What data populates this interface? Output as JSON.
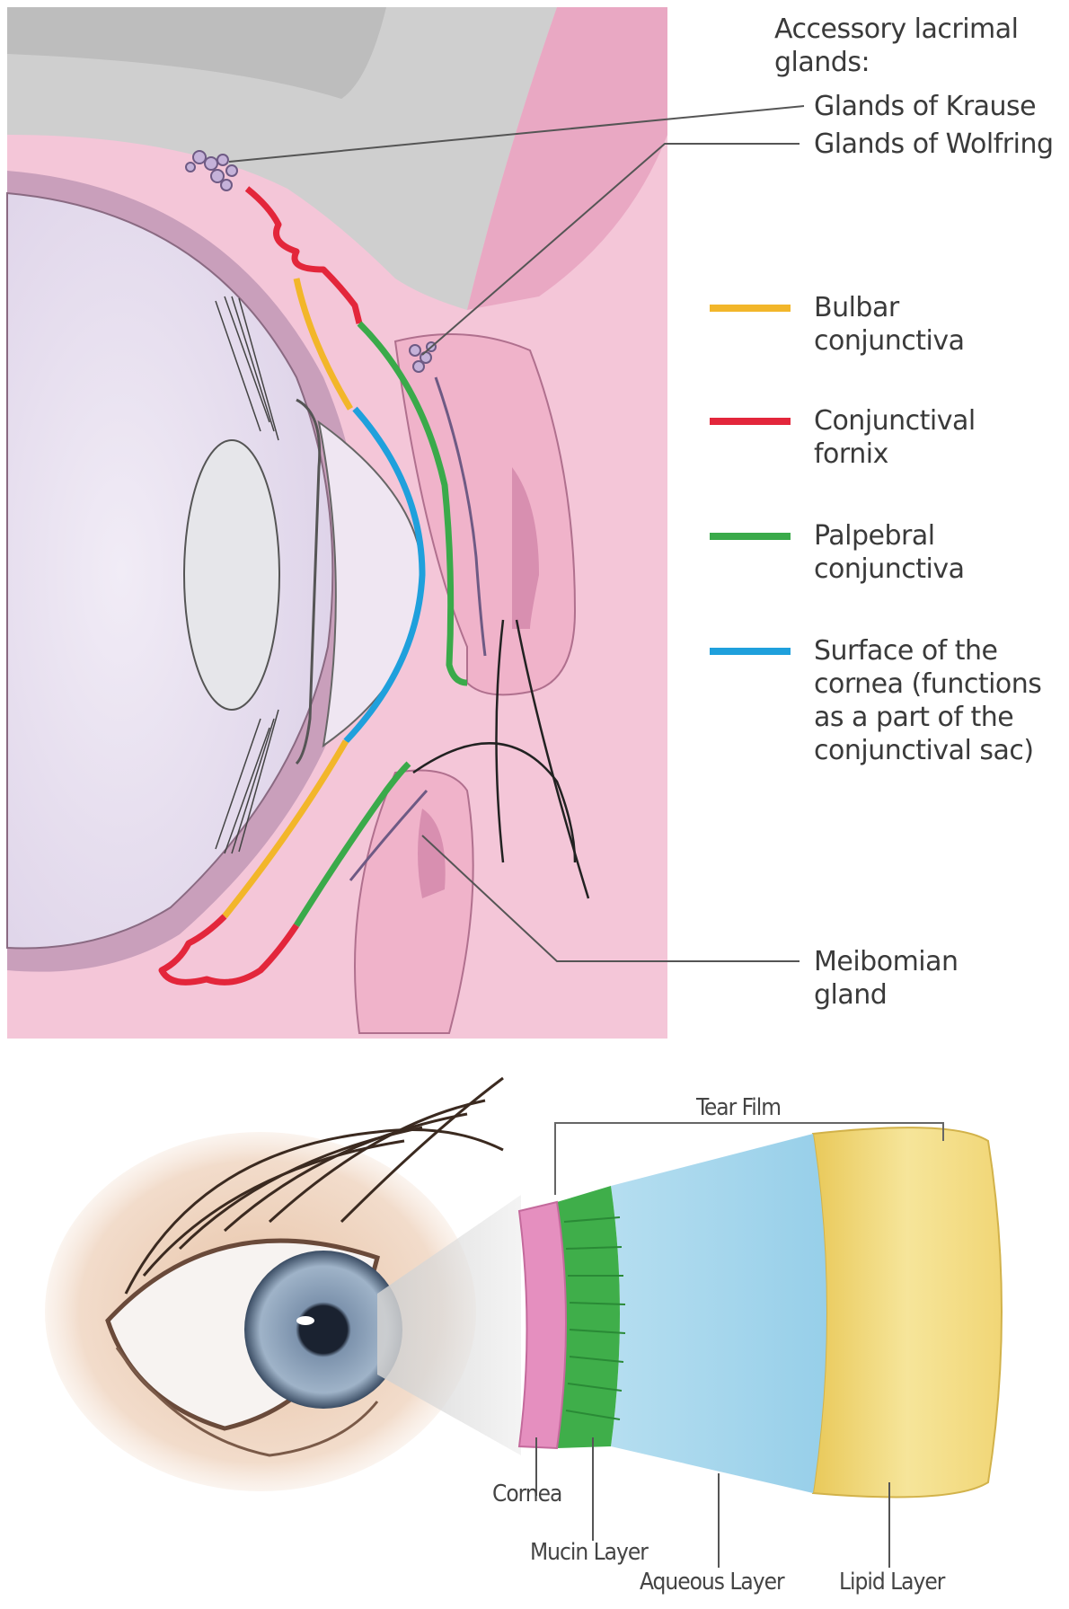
{
  "conjunctiva_diagram": {
    "heading": {
      "line1": "Accessory lacrimal",
      "line2": "glands:"
    },
    "glands_of_krause": "Glands of Krause",
    "glands_of_wolfring": "Glands of Wolfring",
    "legend": [
      {
        "line1": "Bulbar",
        "line2": "conjunctiva",
        "color": "#f2b62a"
      },
      {
        "line1": "Conjunctival",
        "line2": "fornix",
        "color": "#e3263b"
      },
      {
        "line1": "Palpebral",
        "line2": "conjunctiva",
        "color": "#3aaa4a"
      },
      {
        "line1": "Surface of the",
        "line2": "cornea (functions",
        "line3": "as a part of the",
        "line4": "conjunctival sac)",
        "color": "#1fa0dc"
      }
    ],
    "meibomian": {
      "line1": "Meibomian",
      "line2": "gland"
    }
  },
  "tear_film_diagram": {
    "tear_film": "Tear Film",
    "cornea": "Cornea",
    "mucin_layer": "Mucin Layer",
    "aqueous_layer": "Aqueous Layer",
    "lipid_layer": "Lipid Layer",
    "colors": {
      "cornea": "#e58fbf",
      "mucin": "#3fae4a",
      "aqueous": "#a9d8ee",
      "lipid": "#f3df7e"
    }
  }
}
